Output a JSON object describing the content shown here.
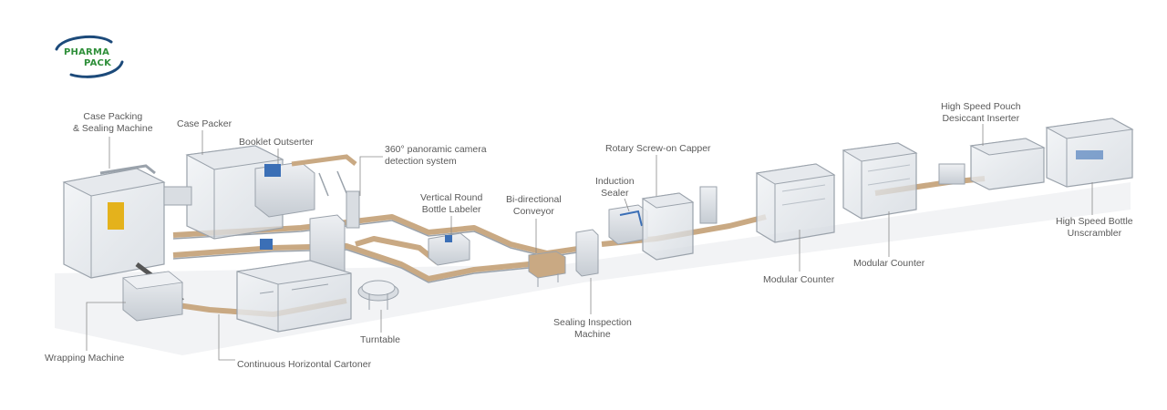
{
  "logo": {
    "line1": "PHARMA",
    "line2": "PACK",
    "green": "#2f8f3a",
    "navy": "#1c4a7a"
  },
  "colors": {
    "machine": "#d9dde2",
    "frame": "#9aa2ab",
    "conveyor": "#c9a983",
    "leader": "#8a8a8a",
    "text": "#5a5a5a",
    "accent_blue": "#3b6fb6",
    "accent_yellow": "#e4b21c"
  },
  "labels": {
    "case_packing": {
      "line1": "Case Packing",
      "line2": "& Sealing Machine"
    },
    "case_packer": {
      "line1": "Case Packer"
    },
    "booklet_outserter": {
      "line1": "Booklet Outserter"
    },
    "camera_system": {
      "line1": "360° panoramic camera",
      "line2": "detection system"
    },
    "vertical_labeler": {
      "line1": "Vertical Round",
      "line2": "Bottle Labeler"
    },
    "bidirectional_conveyor": {
      "line1": "Bi-directional",
      "line2": "Conveyor"
    },
    "induction_sealer": {
      "line1": "Induction",
      "line2": "Sealer"
    },
    "screw_capper": {
      "line1": "Rotary Screw-on Capper"
    },
    "pouch_inserter": {
      "line1": "High Speed Pouch",
      "line2": "Desiccant Inserter"
    },
    "bottle_unscrambler": {
      "line1": "High Speed Bottle",
      "line2": "Unscrambler"
    },
    "modular_counter_1": {
      "line1": "Modular Counter"
    },
    "modular_counter_2": {
      "line1": "Modular Counter"
    },
    "sealing_inspection": {
      "line1": "Sealing Inspection",
      "line2": "Machine"
    },
    "turntable": {
      "line1": "Turntable"
    },
    "horizontal_cartoner": {
      "line1": "Continuous Horizontal Cartoner"
    },
    "wrapping_machine": {
      "line1": "Wrapping Machine"
    }
  }
}
